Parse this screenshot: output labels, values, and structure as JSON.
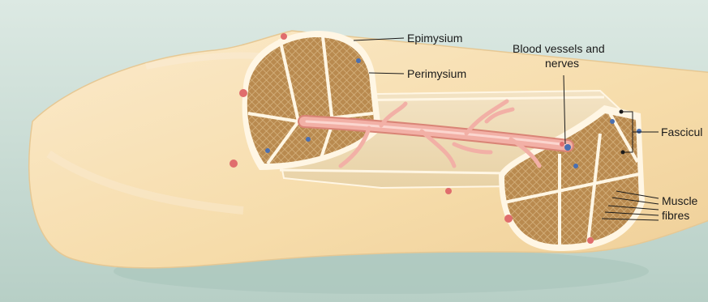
{
  "labels": {
    "epimysium": "Epimysium",
    "perimysium": "Perimysium",
    "blood_vessels_line1": "Blood vessels and",
    "blood_vessels_line2": "nerves",
    "fascicle": "Fascicul",
    "muscle_fibres_line1": "Muscle",
    "muscle_fibres_line2": "fibres"
  },
  "colors": {
    "background": "#c9dcd4",
    "muscle_body": "#f6dcaa",
    "muscle_body_light": "#fbeacb",
    "fascicle_fill": "#b98a4f",
    "perimysium": "#fff8ea",
    "vessel": "#f2b0a6",
    "vessel_edge": "#d98476",
    "nerve": "#e9cf9b",
    "leader_line": "#1a1a1a"
  }
}
